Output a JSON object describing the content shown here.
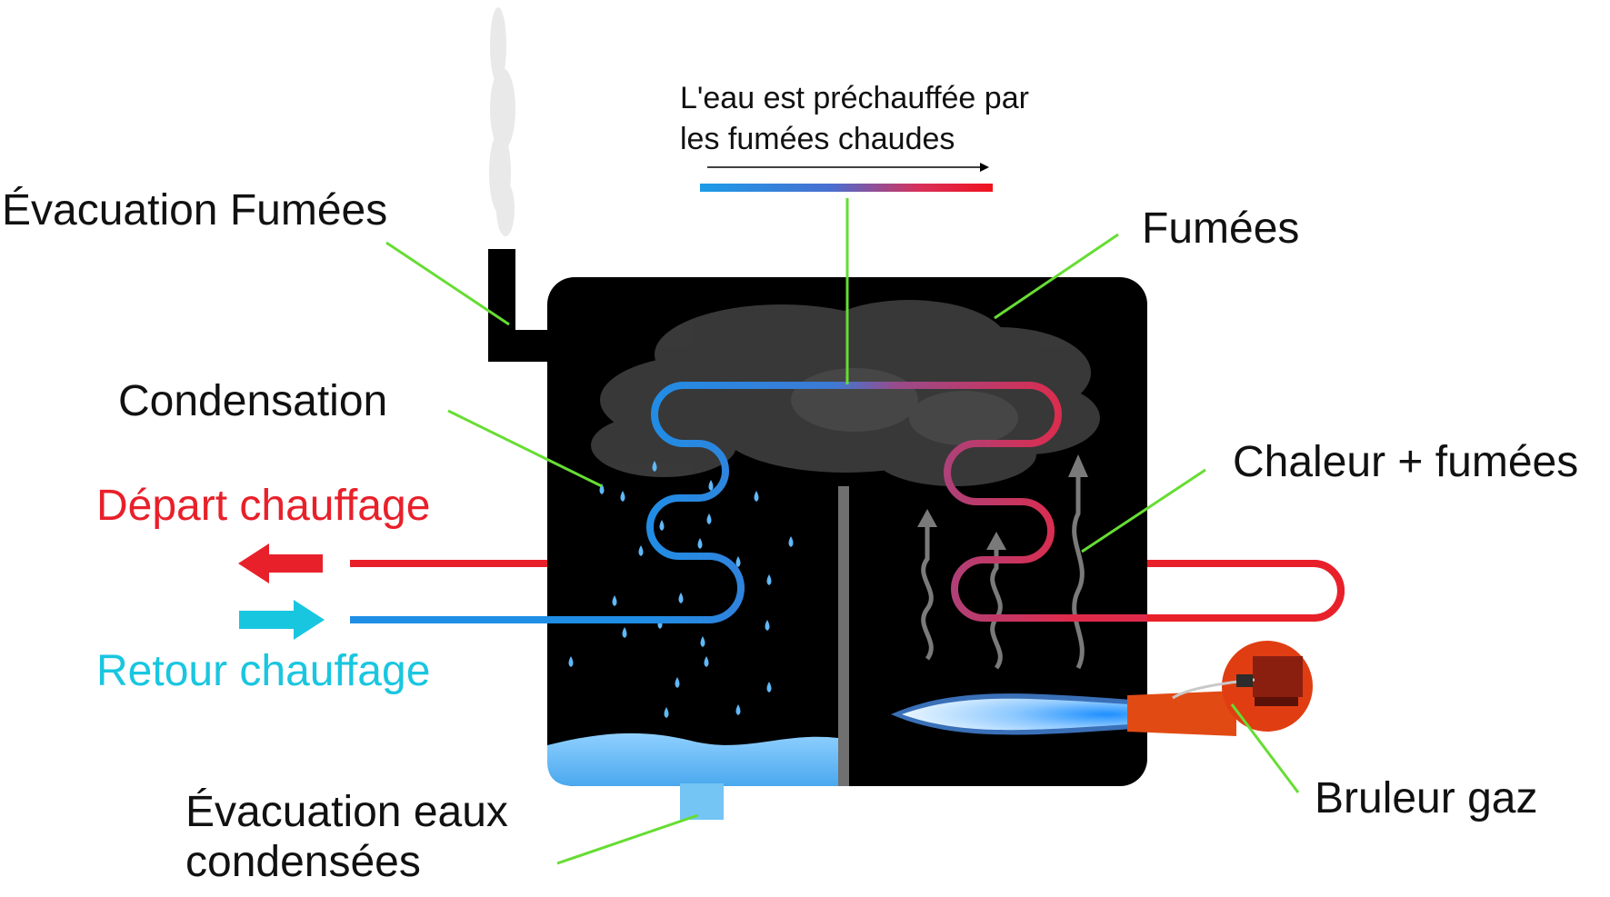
{
  "labels": {
    "evacuation_fumees": "Évacuation Fumées",
    "fumees": "Fumées",
    "condensation": "Condensation",
    "chaleur_fumees": "Chaleur + fumées",
    "depart_chauffage": "Départ chauffage",
    "retour_chauffage": "Retour chauffage",
    "evacuation_eaux_line1": "Évacuation eaux",
    "evacuation_eaux_line2": "condensées",
    "bruleur_gaz": "Bruleur gaz",
    "prechauffe_line1": "L'eau est préchauffée par",
    "prechauffe_line2": "les fumées chaudes"
  },
  "colors": {
    "hot": "#e8202a",
    "cold": "#1aa3e8",
    "return_arrow": "#19c6e0",
    "leader": "#66dd33",
    "boiler": "#000000",
    "burner": "#e04010",
    "water": "#74c4f4"
  }
}
